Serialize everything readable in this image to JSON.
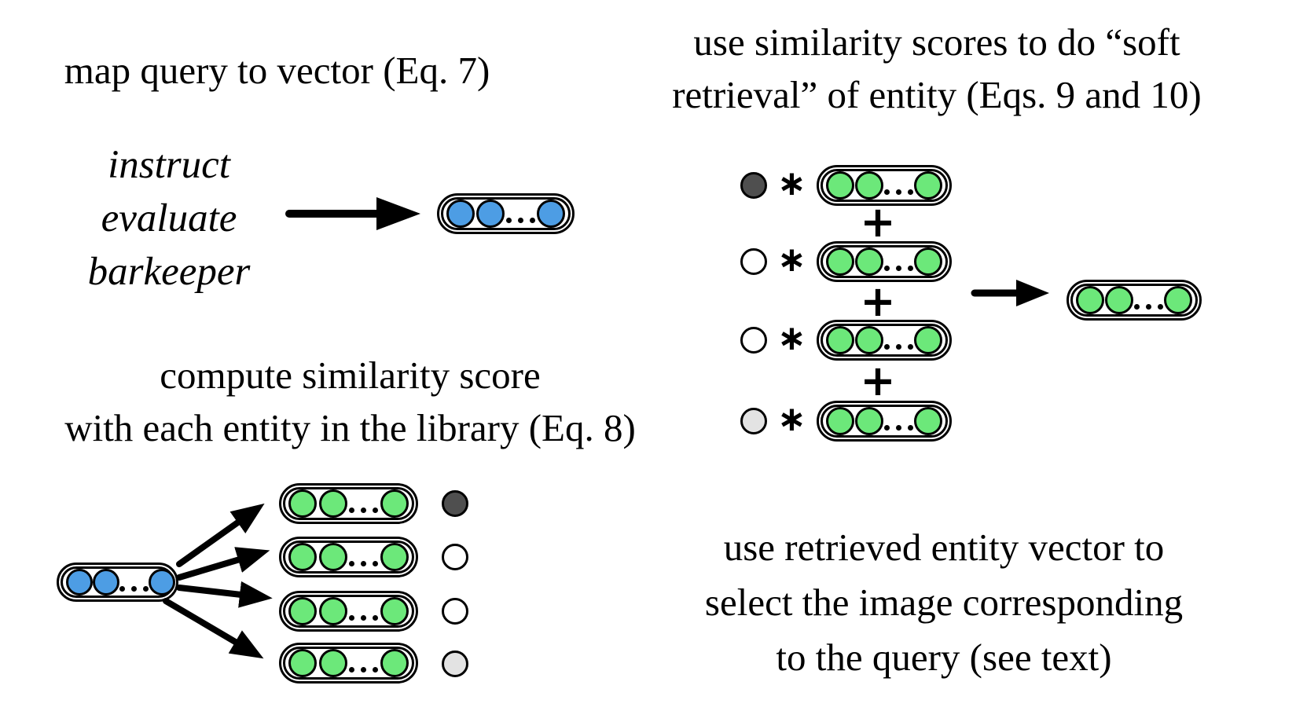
{
  "figure": {
    "steps": {
      "map_query": {
        "title": "map query to vector (Eq. 7)",
        "query_words": [
          "instruct",
          "evaluate",
          "barkeeper"
        ]
      },
      "similarity": {
        "title_lines": [
          "compute similarity score",
          "with each entity in the library (Eq. 8)"
        ],
        "scores": [
          "dark",
          "white",
          "white",
          "light"
        ]
      },
      "soft_retrieval": {
        "title_lines": [
          "use similarity scores to do “soft",
          "retrieval” of entity (Eqs. 9 and 10)"
        ],
        "weights": [
          "dark",
          "white",
          "white",
          "light"
        ],
        "multiply_sign": "∗",
        "plus_sign": "+"
      },
      "select_image": {
        "title_lines": [
          "use retrieved entity vector to",
          "select the image corresponding",
          "to the query (see text)"
        ]
      }
    },
    "colors": {
      "query_vector_fill": "#4D9DE4",
      "entity_vector_fill": "#6CE87A",
      "weight_dark": "#4F4F4F",
      "weight_white": "#FFFFFF",
      "weight_light": "#E3E3E3",
      "outline": "#000000",
      "background": "#FFFFFF"
    }
  }
}
